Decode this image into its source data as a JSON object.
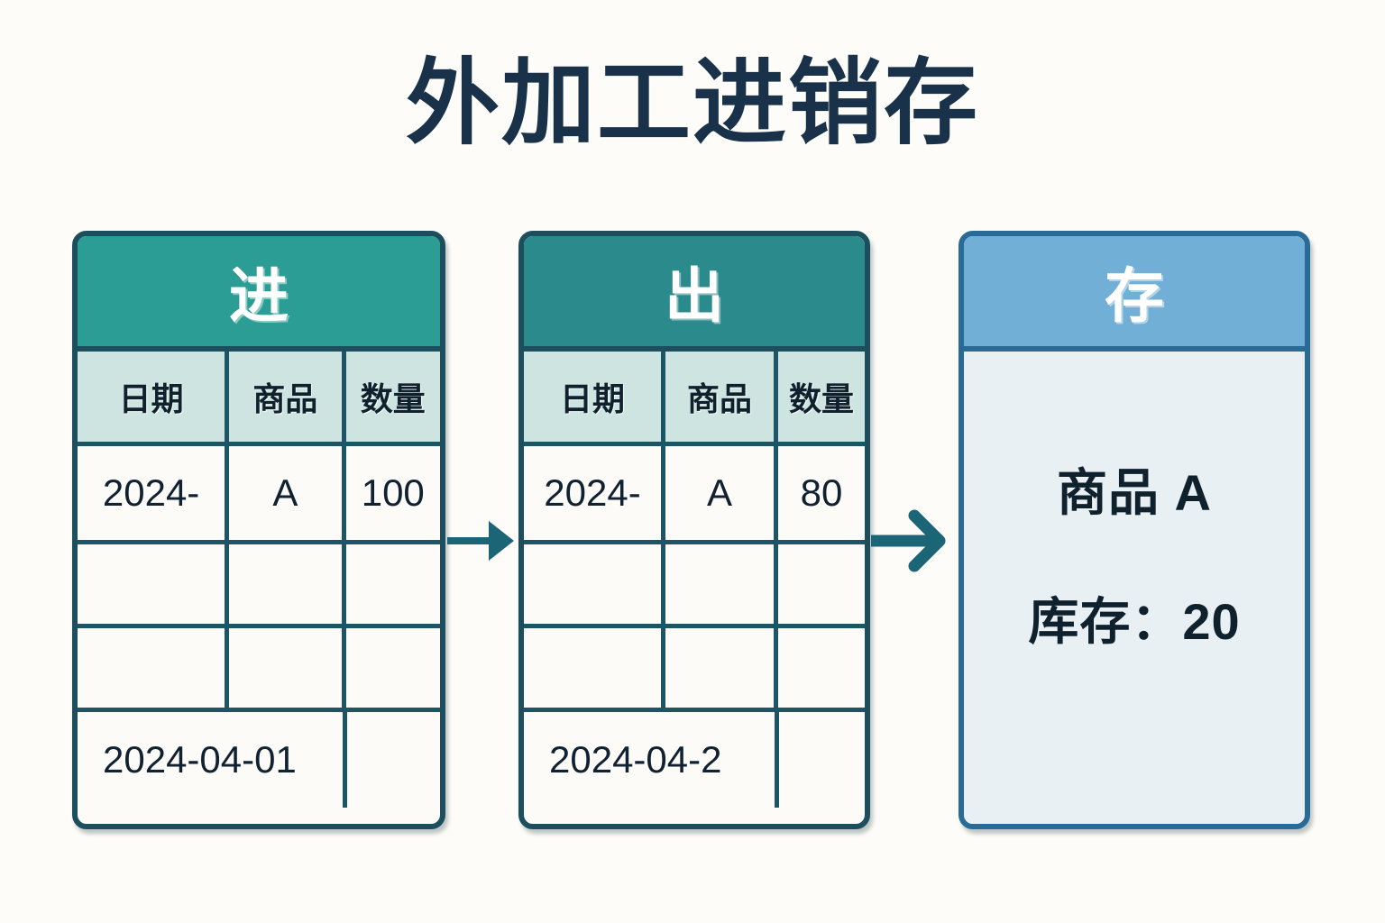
{
  "title": "外加工进销存",
  "colors": {
    "page_background": "#FDFCF8",
    "title_text": "#19324A",
    "in_header": "#2C9D94",
    "out_header": "#2A8A8C",
    "stock_header": "#72AFD6",
    "table_border": "#1C4E5E",
    "stock_border": "#2A6A96",
    "column_header_background": "#CEE4E0",
    "stock_body_background": "#E9F0F3",
    "arrow": "#1C6576"
  },
  "tables": [
    {
      "key": "in",
      "header": "进",
      "columns": [
        "日期",
        "商品",
        "数量"
      ],
      "rows": [
        {
          "type": "data",
          "cells": [
            "2024-",
            "A",
            "100"
          ]
        },
        {
          "type": "data",
          "cells": [
            "",
            "",
            ""
          ]
        },
        {
          "type": "data",
          "cells": [
            "",
            "",
            ""
          ]
        },
        {
          "type": "merged",
          "cells": [
            "2024-04-01",
            ""
          ]
        }
      ]
    },
    {
      "key": "out",
      "header": "出",
      "columns": [
        "日期",
        "商品",
        "数量"
      ],
      "rows": [
        {
          "type": "data",
          "cells": [
            "2024-",
            "A",
            "80"
          ]
        },
        {
          "type": "data",
          "cells": [
            "",
            "",
            ""
          ]
        },
        {
          "type": "data",
          "cells": [
            "",
            "",
            ""
          ]
        },
        {
          "type": "merged",
          "cells": [
            "2024-04-2",
            ""
          ]
        }
      ]
    }
  ],
  "stock": {
    "header": "存",
    "product_line": "商品 A",
    "stock_line": "库存：20"
  },
  "arrows": [
    {
      "name": "arrow-in-to-out",
      "style": "solid-head"
    },
    {
      "name": "arrow-out-to-stock",
      "style": "chevron-head"
    }
  ]
}
